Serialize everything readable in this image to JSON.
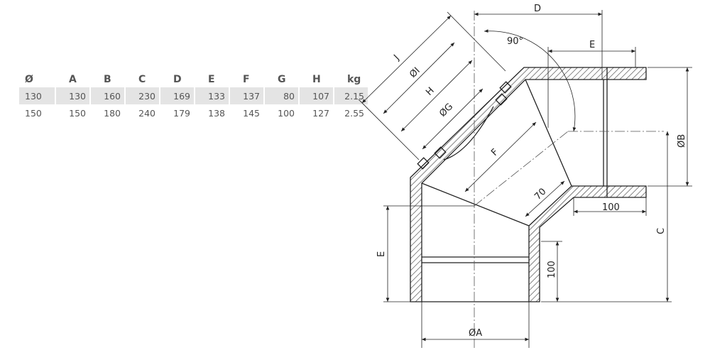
{
  "table": {
    "headers": [
      "Ø",
      "A",
      "B",
      "C",
      "D",
      "E",
      "F",
      "G",
      "H",
      "kg"
    ],
    "rows": [
      [
        "130",
        "130",
        "160",
        "230",
        "169",
        "133",
        "137",
        "80",
        "107",
        "2.15"
      ],
      [
        "150",
        "150",
        "180",
        "240",
        "179",
        "138",
        "145",
        "100",
        "127",
        "2.55"
      ]
    ]
  },
  "diagram": {
    "D": "D",
    "angle": "90°",
    "E_top": "E",
    "J": "J",
    "I": "ØI",
    "H": "H",
    "G": "ØG",
    "F": "F",
    "d70": "70",
    "B": "ØB",
    "d100_right": "100",
    "C": "C",
    "E_left": "E",
    "d100_left": "100",
    "A": "ØA"
  }
}
